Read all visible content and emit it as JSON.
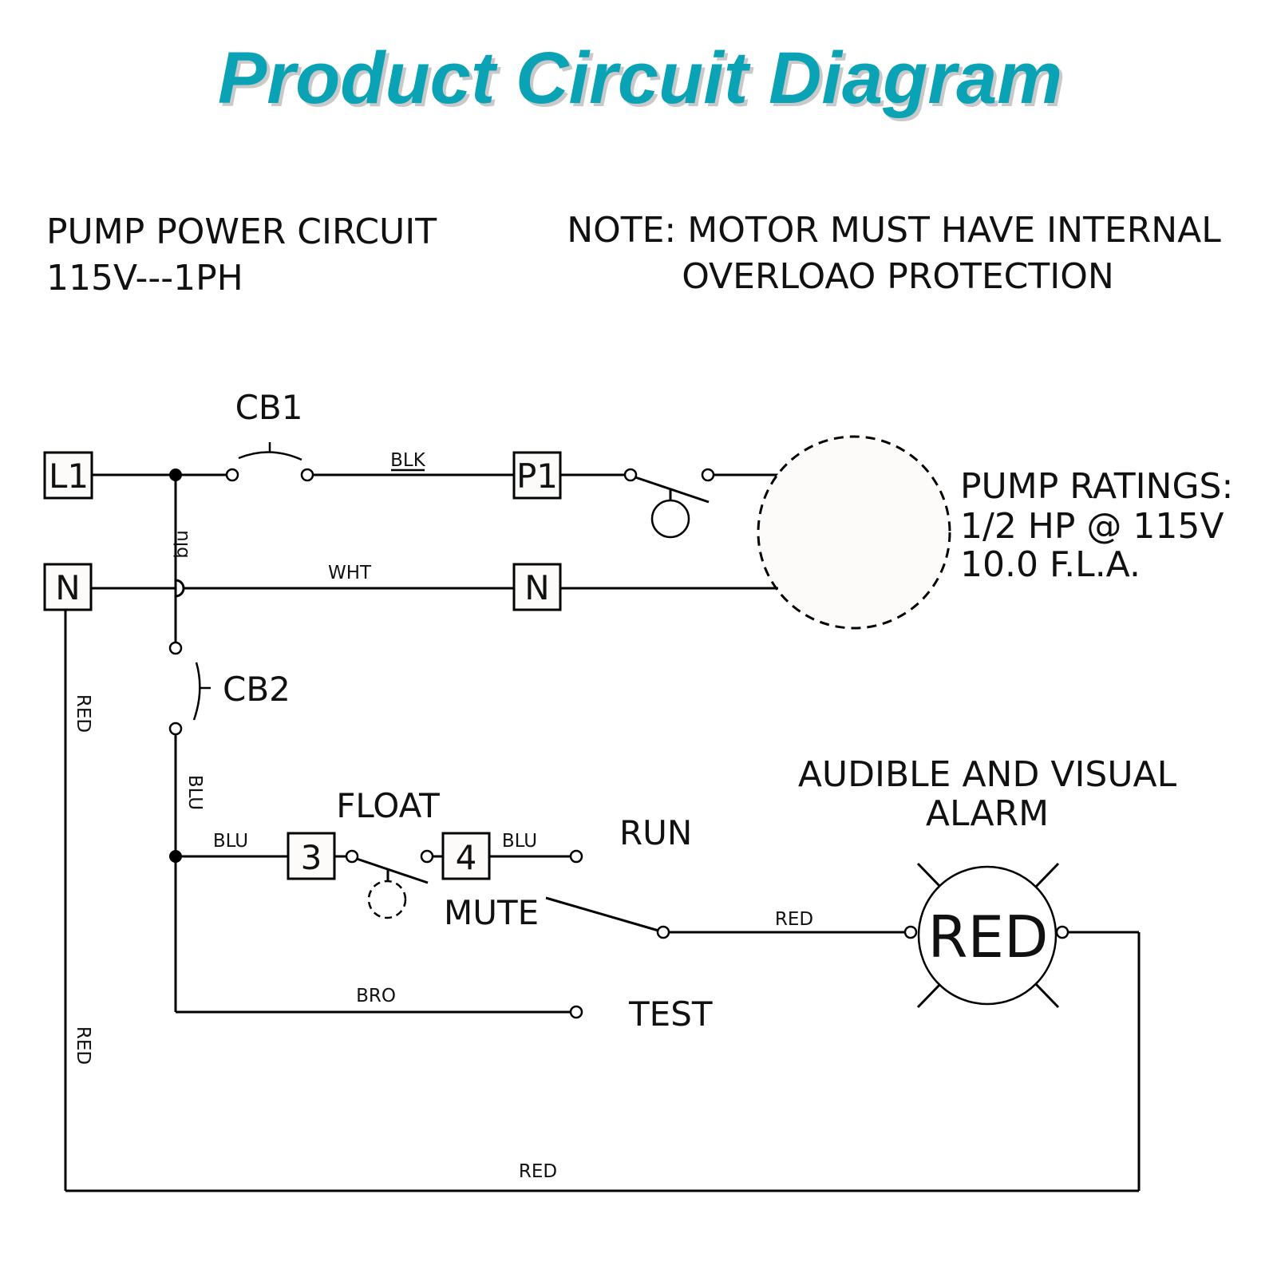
{
  "title": "Product Circuit Diagram",
  "header": {
    "circuit_name": "PUMP POWER CIRCUIT",
    "circuit_spec": "115V---1PH",
    "note_line1": "NOTE: MOTOR MUST HAVE INTERNAL",
    "note_line2": "OVERLOAO PROTECTION"
  },
  "terminals": {
    "l1": "L1",
    "n_left": "N",
    "p1": "P1",
    "n_right": "N",
    "t3": "3",
    "t4": "4"
  },
  "components": {
    "cb1": "CB1",
    "cb2": "CB2",
    "float": "FLOAT",
    "run": "RUN",
    "mute": "MUTE",
    "test": "TEST",
    "alarm_title_line1": "AUDIBLE AND VISUAL",
    "alarm_title_line2": "ALARM",
    "alarm_lamp": "RED"
  },
  "pump_ratings": {
    "heading": "PUMP RATINGS:",
    "power": "1/2 HP @ 115V",
    "current": "10.0 F.L.A."
  },
  "wire_labels": {
    "blk": "BLK",
    "blu_lower": "blu",
    "wht": "WHT",
    "red_vertical_1": "RED",
    "red_vertical_2": "RED",
    "blu_vertical": "BLU",
    "blu_to_3": "BLU",
    "blu_from_4": "BLU",
    "red_to_alarm": "RED",
    "bro": "BRO",
    "red_bottom": "RED"
  },
  "colors": {
    "title": "#0aa3b5",
    "lines": "#000000",
    "background": "#ffffff"
  }
}
